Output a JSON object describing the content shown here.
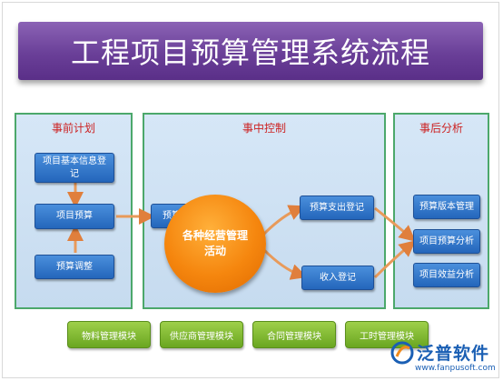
{
  "title": "工程项目预算管理系统流程",
  "panels": [
    {
      "id": "before",
      "title": "事前计划"
    },
    {
      "id": "during",
      "title": "事中控制"
    },
    {
      "id": "after",
      "title": "事后分析"
    }
  ],
  "nodes": {
    "basic_info": "项目基本信息登记",
    "budget": "项目预算",
    "adjust": "预算调整",
    "review": "预算审核",
    "activities": "各种经营管理活动",
    "expense": "预算支出登记",
    "income": "收入登记",
    "version": "预算版本管理",
    "analysis": "项目预算分析",
    "benefit": "项目效益分析"
  },
  "modules": [
    "物料管理模块",
    "供应商管理模块",
    "合同管理模块",
    "工时管理模块"
  ],
  "brand": {
    "name": "泛普软件",
    "url": "www.fanpusoft.com"
  },
  "colors": {
    "title_bg": "#6a3f98",
    "panel_border": "#4ca86b",
    "panel_title": "#cc2222",
    "node_fill": "#2466bb",
    "circle_fill": "#f5860e",
    "arrow": "#e89a5a",
    "module_fill": "#6aa621",
    "brand": "#1a5fb4"
  }
}
